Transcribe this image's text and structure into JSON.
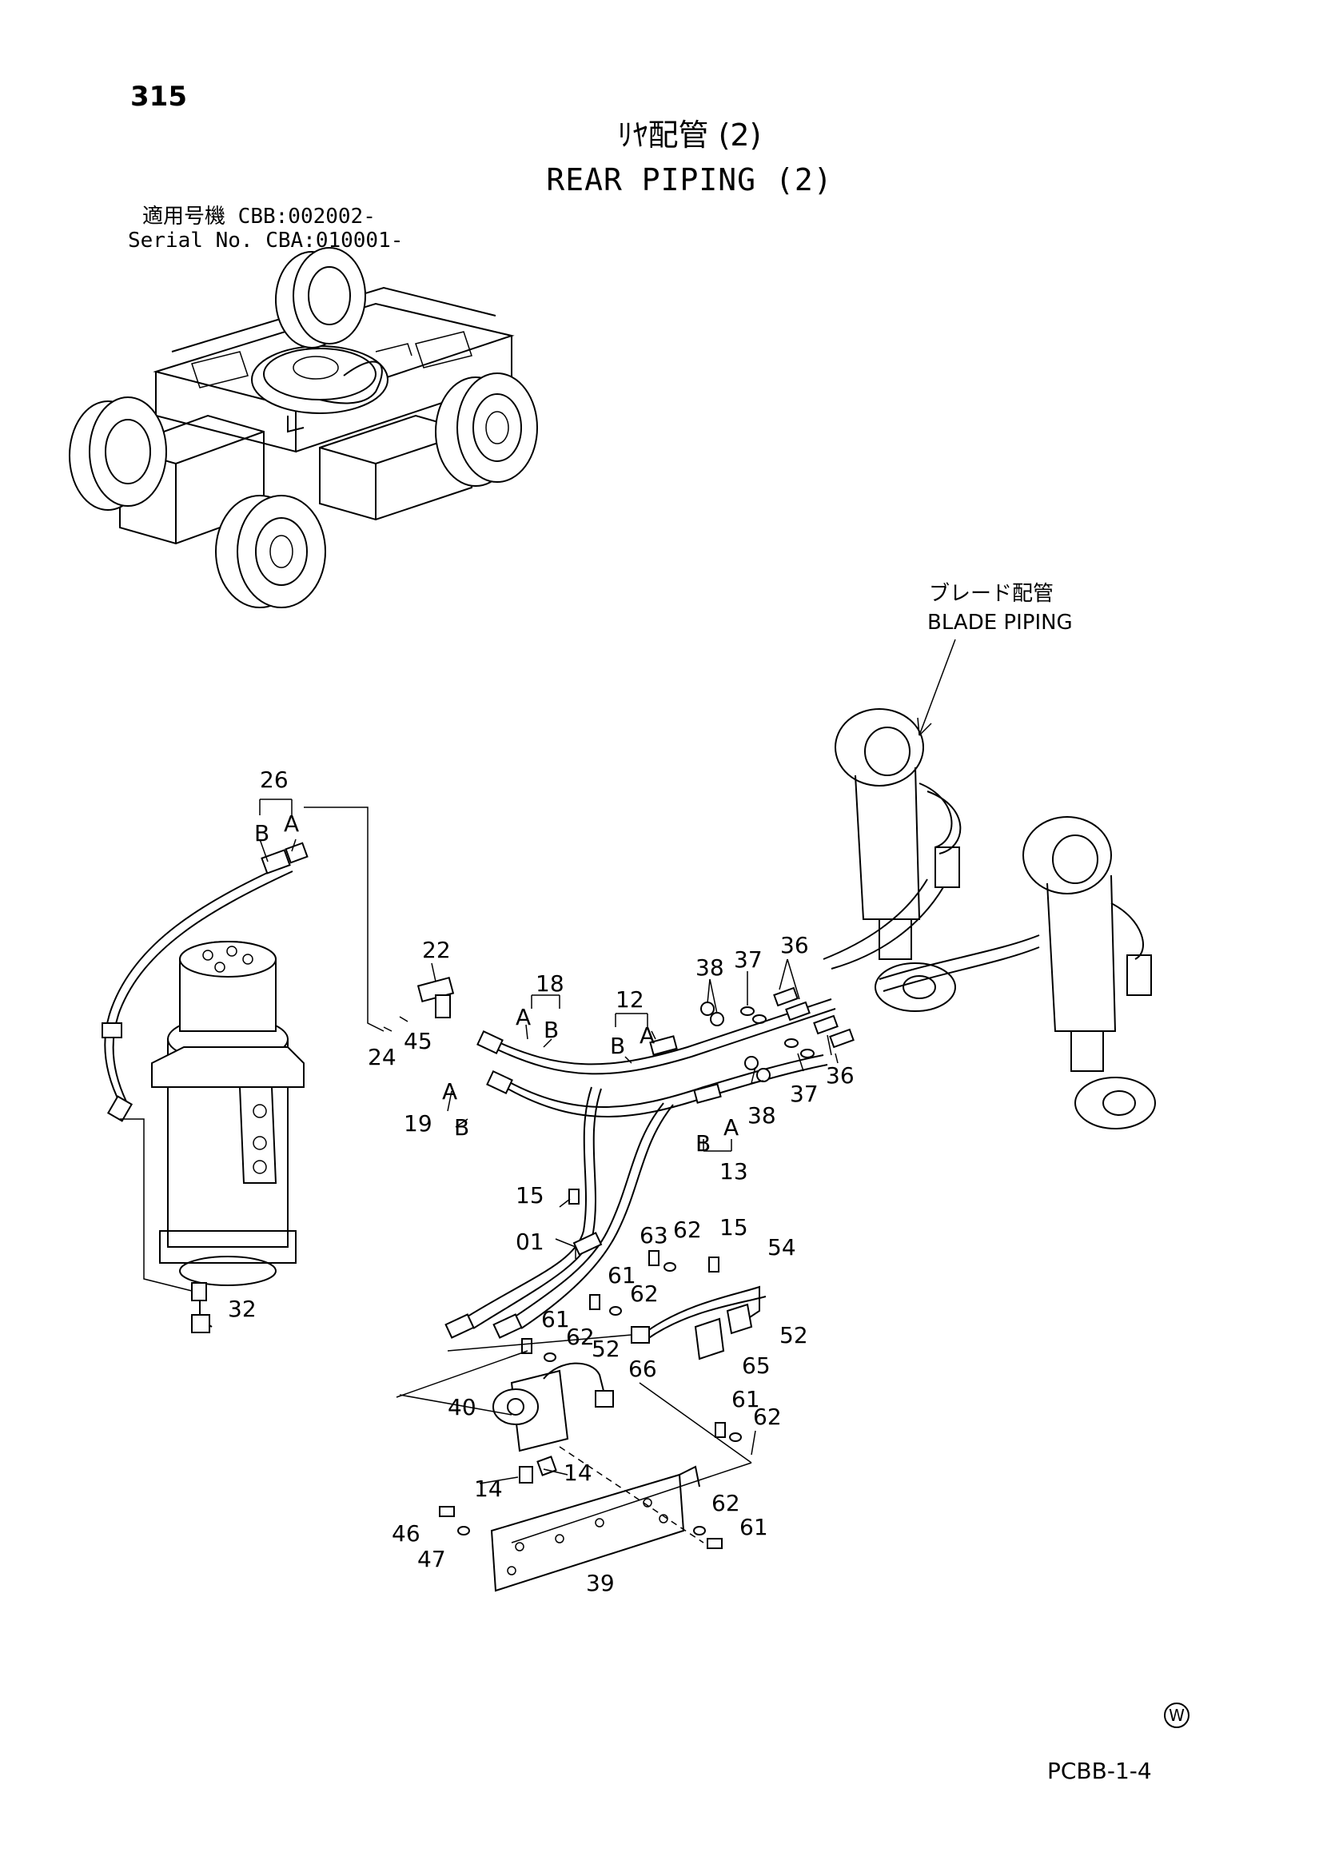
{
  "page_number": "315",
  "title_jp": "ﾘﾔ配管 (2)",
  "title_en": "REAR PIPING (2)",
  "serial": {
    "jp_label": "適用号機",
    "jp_value": "CBB:002002-",
    "en_label": "Serial No.",
    "en_value": "CBA:010001-"
  },
  "blade_label_jp": "ブレード配管",
  "blade_label_en": "BLADE PIPING",
  "drawing_code": "PCBB-1-4",
  "watermark_symbol": "W",
  "callouts": {
    "c26": "26",
    "c26b": "B",
    "c26a": "A",
    "c22": "22",
    "c18": "18",
    "c18a": "A",
    "c18b": "B",
    "c12": "12",
    "c12b": "B",
    "c12a": "A",
    "c38t": "38",
    "c37t": "37",
    "c36t": "36",
    "c24": "24",
    "c45": "45",
    "c19": "19",
    "c19a": "A",
    "c19b": "B",
    "c36b": "36",
    "c37b": "37",
    "c38b": "38",
    "c13": "13",
    "c13a": "A",
    "c13b": "B",
    "c15a": "15",
    "c01": "01",
    "c63": "63",
    "c62a": "62",
    "c15b": "15",
    "c54": "54",
    "c61a": "61",
    "c62b": "62",
    "c52a": "52",
    "c32": "32",
    "c61b": "61",
    "c62c": "62",
    "c52b": "52",
    "c66": "66",
    "c65": "65",
    "c40": "40",
    "c61c": "61",
    "c62d": "62",
    "c14a": "14",
    "c14b": "14",
    "c62e": "62",
    "c61d": "61",
    "c46": "46",
    "c47": "47",
    "c39": "39"
  }
}
